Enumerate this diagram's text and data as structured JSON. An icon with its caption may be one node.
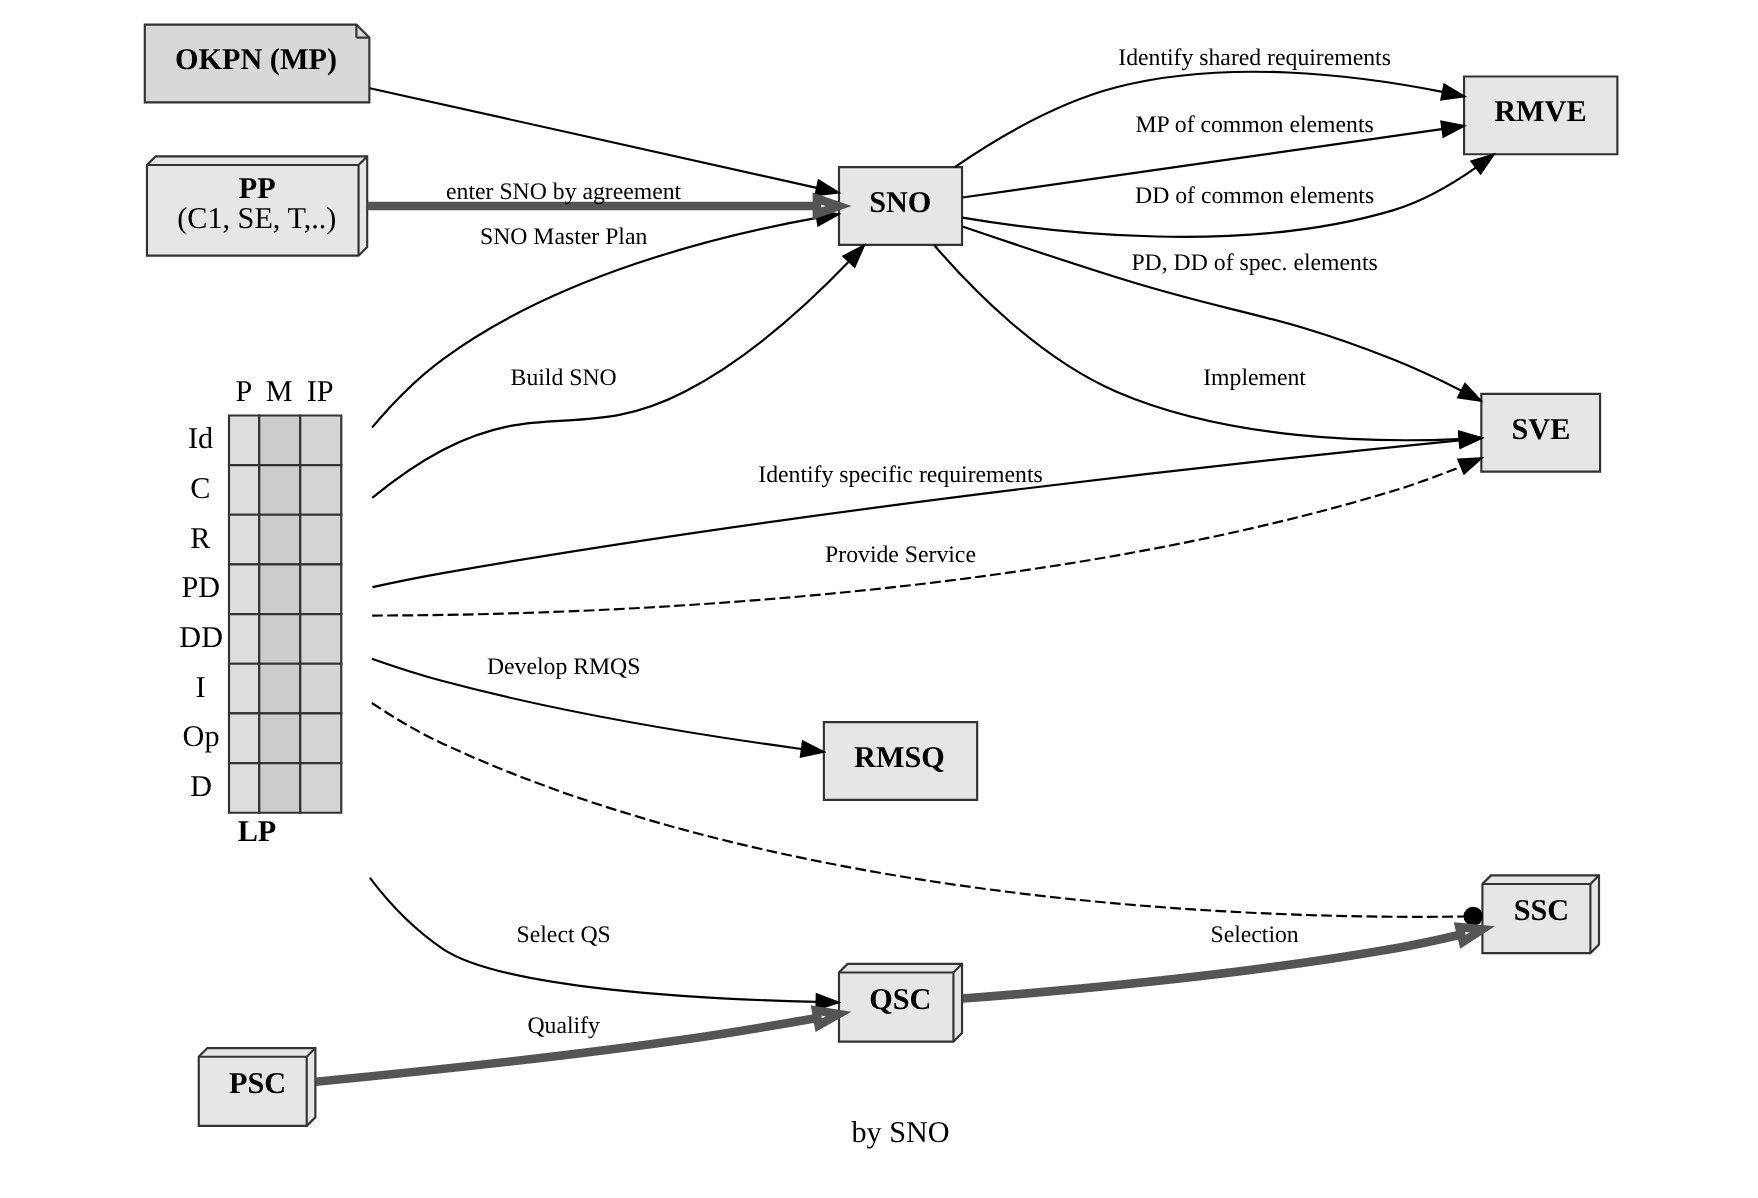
{
  "diagram": {
    "nodes": [
      {
        "text": [
          "LP"
        ],
        "beside": [
          "P",
          "M",
          "IP",
          "Id",
          "C",
          "R",
          "PD",
          "DD",
          "I",
          "Op",
          "D"
        ]
      },
      {
        "text": [
          "OKPN (MP)"
        ]
      },
      {
        "text": [
          "SNO"
        ]
      },
      {
        "text": [
          "RMVE"
        ]
      },
      {
        "text": [
          "SVE"
        ]
      },
      {
        "text": [
          "PP",
          "(C1, SE, T,..)"
        ]
      },
      {
        "text": [
          "PSC"
        ]
      },
      {
        "text": [
          "RMSQ"
        ]
      },
      {
        "text": [
          "QSC"
        ]
      },
      {
        "text": [
          "SSC"
        ]
      }
    ],
    "edges": [
      {
        "from": 0,
        "to": 2,
        "arrow": "to",
        "label": "SNO Master Plan"
      },
      {
        "from": 1,
        "to": 2,
        "arrow": "to"
      },
      {
        "from": 0,
        "to": 2,
        "arrow": "to",
        "label": "Build SNO"
      },
      {
        "from": 0,
        "to": 4,
        "arrow": "to",
        "label": "Identify specific requirements"
      },
      {
        "from": 2,
        "to": 3,
        "arrow": "to",
        "label": "Identify shared requirements"
      },
      {
        "from": 2,
        "to": 3,
        "arrow": "to",
        "label": "MP of common elements"
      },
      {
        "from": 2,
        "to": 3,
        "arrow": "to",
        "label": "DD of common elements"
      },
      {
        "from": 2,
        "to": 4,
        "arrow": "to",
        "label": "PD, DD of spec. elements"
      },
      {
        "from": 2,
        "to": 4,
        "arrow": "to",
        "label": "Implement"
      },
      {
        "from": 0,
        "to": 4,
        "arrow": "to",
        "label": "Provide Service",
        "style": "dashed"
      },
      {
        "from": 0,
        "to": 9,
        "arrow": "other",
        "style": "dashed"
      },
      {
        "from": 0,
        "to": 7,
        "arrow": "to",
        "label": "Develop RMQS"
      },
      {
        "from": 0,
        "to": 8,
        "arrow": "to",
        "label": "Select QS"
      },
      {
        "from": 5,
        "to": 2,
        "arrow": "to",
        "label": "enter SNO by agreement",
        "style": "thick"
      },
      {
        "from": 6,
        "to": 8,
        "arrow": "to",
        "label": "Qualify",
        "style": "thick"
      },
      {
        "from": 8,
        "to": 9,
        "arrow": "to",
        "label": "Selection",
        "style": "thick"
      }
    ],
    "labels": [
      "by SNO"
    ]
  }
}
